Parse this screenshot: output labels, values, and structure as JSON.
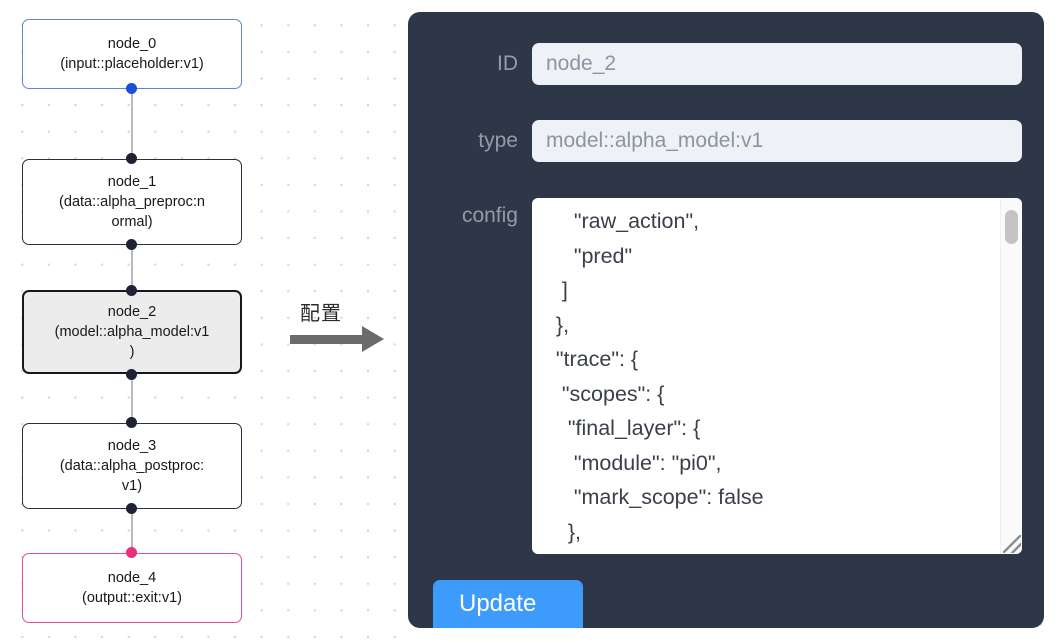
{
  "graph": {
    "nodes": [
      {
        "id": "node_0",
        "title": "node_0",
        "subtitle": "(input::placeholder:v1)",
        "kind": "input",
        "border_color": "#5b87d6",
        "port_color": "#1a4fd6"
      },
      {
        "id": "node_1",
        "title": "node_1",
        "subtitle": "(data::alpha_preproc:n\normal)",
        "kind": "default",
        "border_color": "#2b3042",
        "port_color": "#1f2235"
      },
      {
        "id": "node_2",
        "title": "node_2",
        "subtitle": "(model::alpha_model:v1\n)",
        "kind": "selected",
        "border_color": "#16181f",
        "port_color": "#1f2235"
      },
      {
        "id": "node_3",
        "title": "node_3",
        "subtitle": "(data::alpha_postproc:\nv1)",
        "kind": "default",
        "border_color": "#2b3042",
        "port_color": "#1f2235"
      },
      {
        "id": "node_4",
        "title": "node_4",
        "subtitle": "(output::exit:v1)",
        "kind": "output",
        "border_color": "#e74b95",
        "port_color": "#ec2f7c"
      }
    ]
  },
  "transition": {
    "label": "配置",
    "arrow": "right-arrow-icon",
    "color": "#6b6b6b"
  },
  "config_panel": {
    "background": "#2d3748",
    "fields": [
      {
        "label": "ID",
        "value": "node_2"
      },
      {
        "label": "type",
        "value": "model::alpha_model:v1"
      },
      {
        "label": "config",
        "value": ""
      }
    ],
    "id_label": "ID",
    "id_value": "node_2",
    "type_label": "type",
    "type_value": "model::alpha_model:v1",
    "config_label": "config",
    "config_value": "      \"raw_action\",\n      \"pred\"\n    ]\n   },\n   \"trace\": {\n    \"scopes\": {\n     \"final_layer\": {\n      \"module\": \"pi0\",\n      \"mark_scope\": false\n     },\n     \"action_model\": {",
    "update_label": "Update",
    "update_color": "#3d9bfb"
  }
}
